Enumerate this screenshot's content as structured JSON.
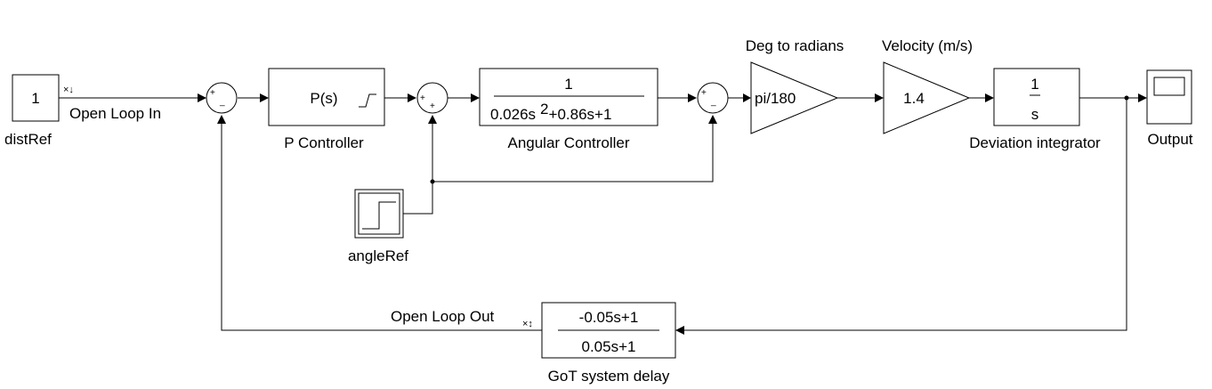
{
  "blocks": {
    "distRef": {
      "value": "1",
      "label": "distRef"
    },
    "p_controller": {
      "content": "P(s)",
      "label": "P Controller"
    },
    "angular_controller": {
      "numerator": "1",
      "denominator_part1": "0.026s",
      "denominator_exp": "2",
      "denominator_part2": "+0.86s+1",
      "label": "Angular Controller"
    },
    "deg_to_rad": {
      "content": "pi/180",
      "label": "Deg to radians"
    },
    "velocity": {
      "content": "1.4",
      "label": "Velocity (m/s)"
    },
    "integrator": {
      "numerator": "1",
      "denominator": "s",
      "label": "Deviation integrator"
    },
    "output": {
      "label": "Output"
    },
    "angleRef": {
      "label": "angleRef"
    },
    "got_delay": {
      "numerator": "-0.05s+1",
      "denominator": "0.05s+1",
      "label": "GoT system delay"
    }
  },
  "signals": {
    "open_loop_in": "Open Loop In",
    "open_loop_out": "Open Loop Out"
  },
  "sums": {
    "sum1": {
      "plus": "+",
      "minus": "_"
    },
    "sum2": {
      "plus_top": "+",
      "plus_bottom": "+"
    },
    "sum3": {
      "plus": "+",
      "minus": "_"
    }
  },
  "markers": {
    "lin_in": "×↓",
    "lin_out": "×↕"
  },
  "colors": {
    "line": "#000000",
    "background": "#ffffff"
  }
}
